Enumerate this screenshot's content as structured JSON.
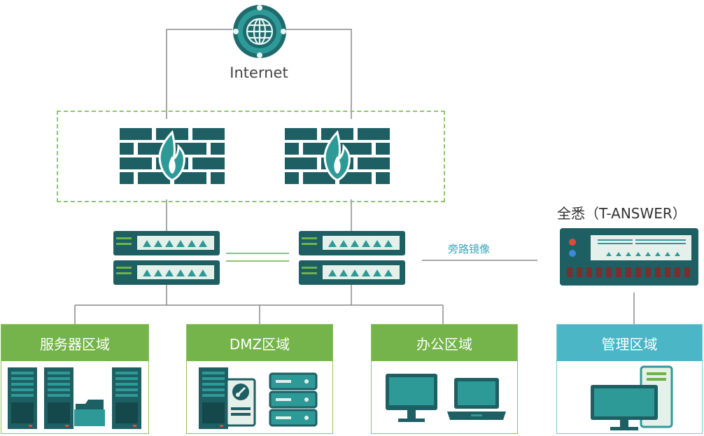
{
  "internet": {
    "label": "Internet",
    "icon": "globe-icon"
  },
  "tanswer": {
    "label": "全悉（T-ANSWER）",
    "icon": "t-answer-appliance-icon"
  },
  "mirror_link": {
    "label": "旁路镜像"
  },
  "zones": [
    {
      "label": "服务器区域",
      "icon": "server-rack-icon"
    },
    {
      "label": "DMZ区域",
      "icon": "secure-server-icon"
    },
    {
      "label": "办公区域",
      "icon": "desktop-laptop-icon"
    },
    {
      "label": "管理区域",
      "icon": "management-pc-icon"
    }
  ],
  "colors": {
    "teal": "#1e5f63",
    "teal_mid": "#2a8a8a",
    "green": "#74b44a",
    "green_light": "#8ec261",
    "cyan": "#4ab6c6",
    "line": "#8a8a8a"
  }
}
